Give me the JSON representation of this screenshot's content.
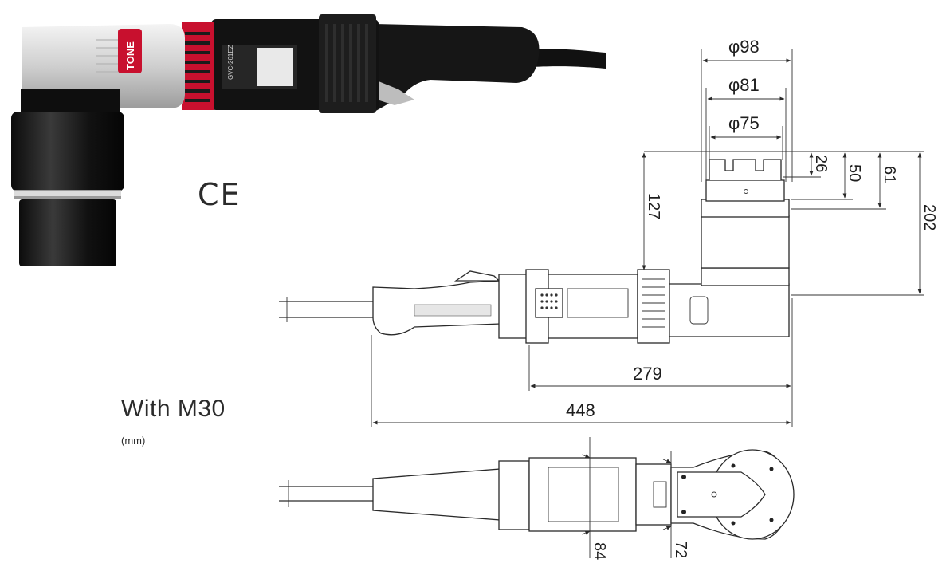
{
  "caption": "With M30",
  "unit": "(mm)",
  "mark": "CE",
  "brand": "TONE",
  "model": "GVC-261EZ",
  "dimensions": {
    "phi98": "φ98",
    "phi81": "φ81",
    "phi75": "φ75",
    "d26": "26",
    "d50": "50",
    "d61": "61",
    "d202": "202",
    "d127": "127",
    "d279": "279",
    "d448": "448",
    "d84": "84",
    "d72": "72"
  },
  "colors": {
    "tool_black": "#151515",
    "tool_silver": "#d8d8d8",
    "tool_red": "#c8102e",
    "line": "#2a2a2a"
  }
}
